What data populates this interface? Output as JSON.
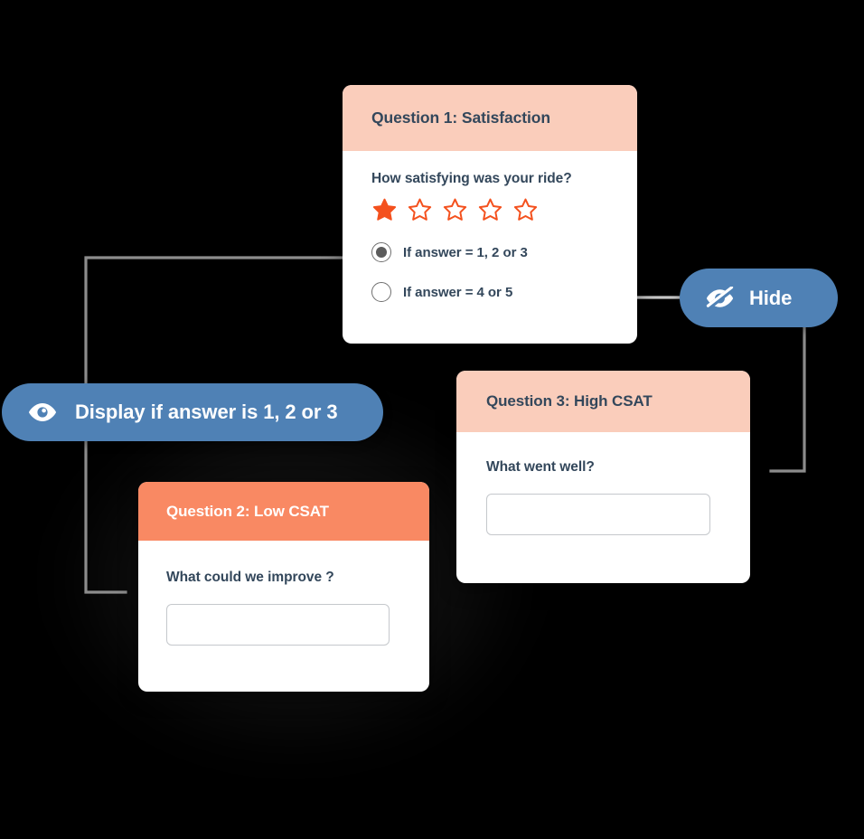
{
  "theme": {
    "background": "#000000",
    "card_bg": "#ffffff",
    "header_peach": "#facdbb",
    "header_orange": "#f98963",
    "pill_blue": "#4f81b5",
    "text_navy": "#33475b",
    "star_orange": "#f4511e",
    "connector_gray": "#8c8c8c",
    "connector_light": "#c6c6c6",
    "input_border": "#c5c8cc"
  },
  "cards": {
    "question1": {
      "title": "Question 1: Satisfaction",
      "question": "How satisfying was your ride?",
      "rating": {
        "max": 5,
        "value": 1,
        "icon": "star-icon"
      },
      "options": [
        {
          "label": "If answer = 1, 2 or 3",
          "selected": true
        },
        {
          "label": "If answer = 4 or 5",
          "selected": false
        }
      ]
    },
    "question2": {
      "title": "Question 2: Low CSAT",
      "question": "What could we improve ?",
      "answer_value": "",
      "answer_placeholder": ""
    },
    "question3": {
      "title": "Question 3: High CSAT",
      "question": "What went well?",
      "answer_value": "",
      "answer_placeholder": ""
    }
  },
  "pills": {
    "display": {
      "label": "Display if answer is 1, 2 or 3",
      "icon": "eye-icon"
    },
    "hide": {
      "label": "Hide",
      "icon": "eye-slash-icon"
    }
  }
}
